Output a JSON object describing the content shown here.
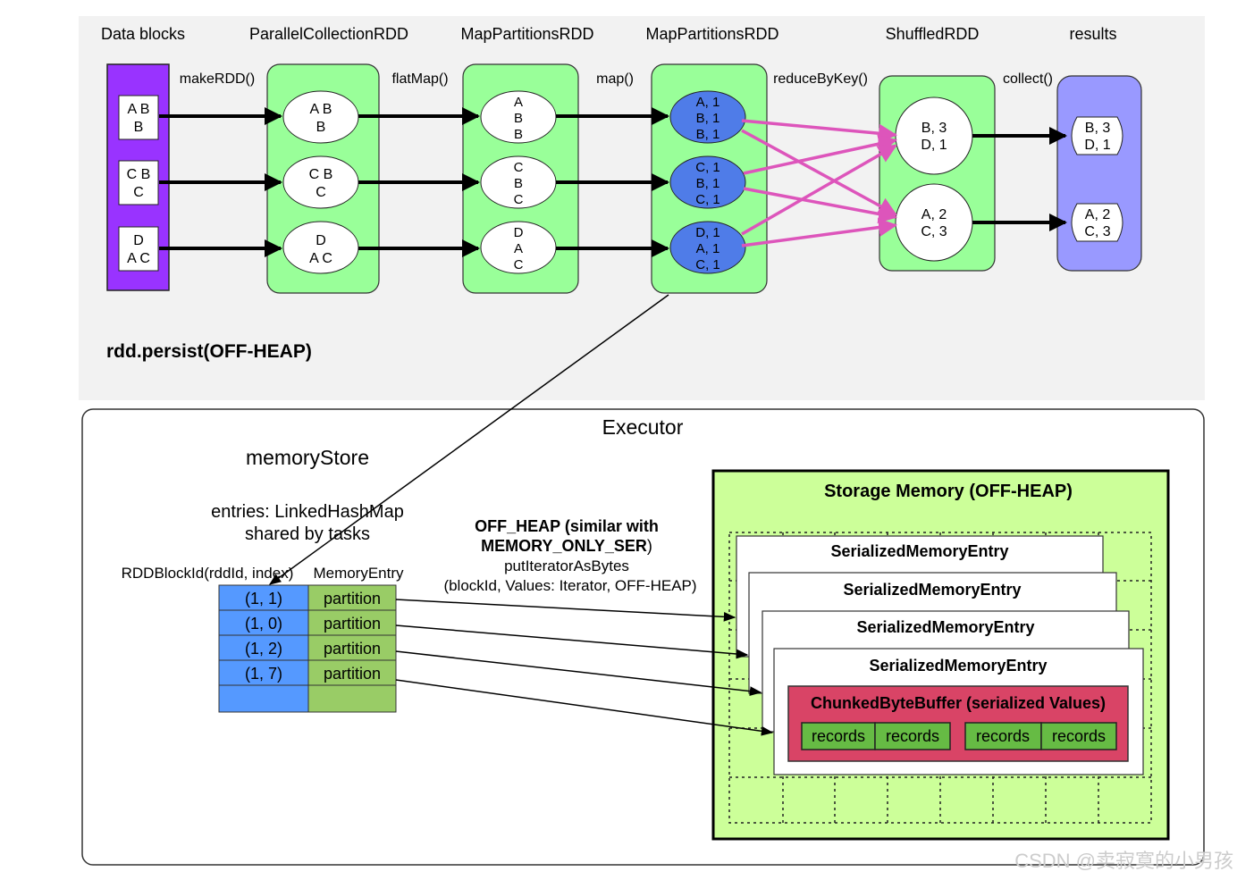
{
  "stages": {
    "headers": [
      "Data blocks",
      "ParallelCollectionRDD",
      "MapPartitionsRDD",
      "MapPartitionsRDD",
      "ShuffledRDD",
      "results"
    ],
    "ops": [
      "makeRDD()",
      "flatMap()",
      "map()",
      "reduceByKey()",
      "collect()"
    ]
  },
  "data_blocks": [
    [
      "A B",
      "B"
    ],
    [
      "C B",
      "C"
    ],
    [
      "D",
      "A C"
    ]
  ],
  "parallel_rdd": [
    [
      "A B",
      "B"
    ],
    [
      "C B",
      "C"
    ],
    [
      "D",
      "A C"
    ]
  ],
  "flatmap_rdd": [
    [
      "A",
      "B",
      "B"
    ],
    [
      "C",
      "B",
      "C"
    ],
    [
      "D",
      "A",
      "C"
    ]
  ],
  "map_rdd": [
    [
      "A, 1",
      "B, 1",
      "B, 1"
    ],
    [
      "C, 1",
      "B, 1",
      "C, 1"
    ],
    [
      "D, 1",
      "A, 1",
      "C, 1"
    ]
  ],
  "shuffled_rdd": [
    [
      "B, 3",
      "D, 1"
    ],
    [
      "A, 2",
      "C, 3"
    ]
  ],
  "results": [
    [
      "B, 3",
      "D, 1"
    ],
    [
      "A, 2",
      "C, 3"
    ]
  ],
  "persist_label": "rdd.persist(OFF-HEAP)",
  "executor": {
    "title": "Executor",
    "memory_store": "memoryStore",
    "entries_line1": "entries: LinkedHashMap",
    "entries_line2": "shared by tasks",
    "table_header_left": "RDDBlockId(rddId, index)",
    "table_header_right": "MemoryEntry",
    "rows": [
      {
        "key": "(1, 1)",
        "value": "partition"
      },
      {
        "key": "(1, 0)",
        "value": "partition"
      },
      {
        "key": "(1, 2)",
        "value": "partition"
      },
      {
        "key": "(1, 7)",
        "value": "partition"
      },
      {
        "key": "",
        "value": ""
      }
    ],
    "offheap_line1": "OFF_HEAP (similar with",
    "offheap_line2": "MEMORY_ONLY_SER",
    "offheap_line2_tail": ")",
    "offheap_line3": "putIteratorAsBytes",
    "offheap_line4": "(blockId, Values: Iterator, OFF-HEAP)"
  },
  "storage": {
    "title": "Storage Memory (OFF-HEAP)",
    "entry_label": "SerializedMemoryEntry",
    "buffer_label": "ChunkedByteBuffer (serialized Values)",
    "records": [
      "records",
      "records",
      "records",
      "records"
    ]
  },
  "watermark": "CSDN @卖寂寞的小男孩",
  "colors": {
    "purple": "#9933ff",
    "green": "#99ff99",
    "blue": "#4f7ce8",
    "results_purple": "#9999ff",
    "pink_arrow": "#dd55bb",
    "storage_green": "#ccff99",
    "cell_blue": "#5599ff",
    "cell_green": "#99cc66",
    "buffer_red": "#d94466",
    "records_green": "#66bb44"
  }
}
